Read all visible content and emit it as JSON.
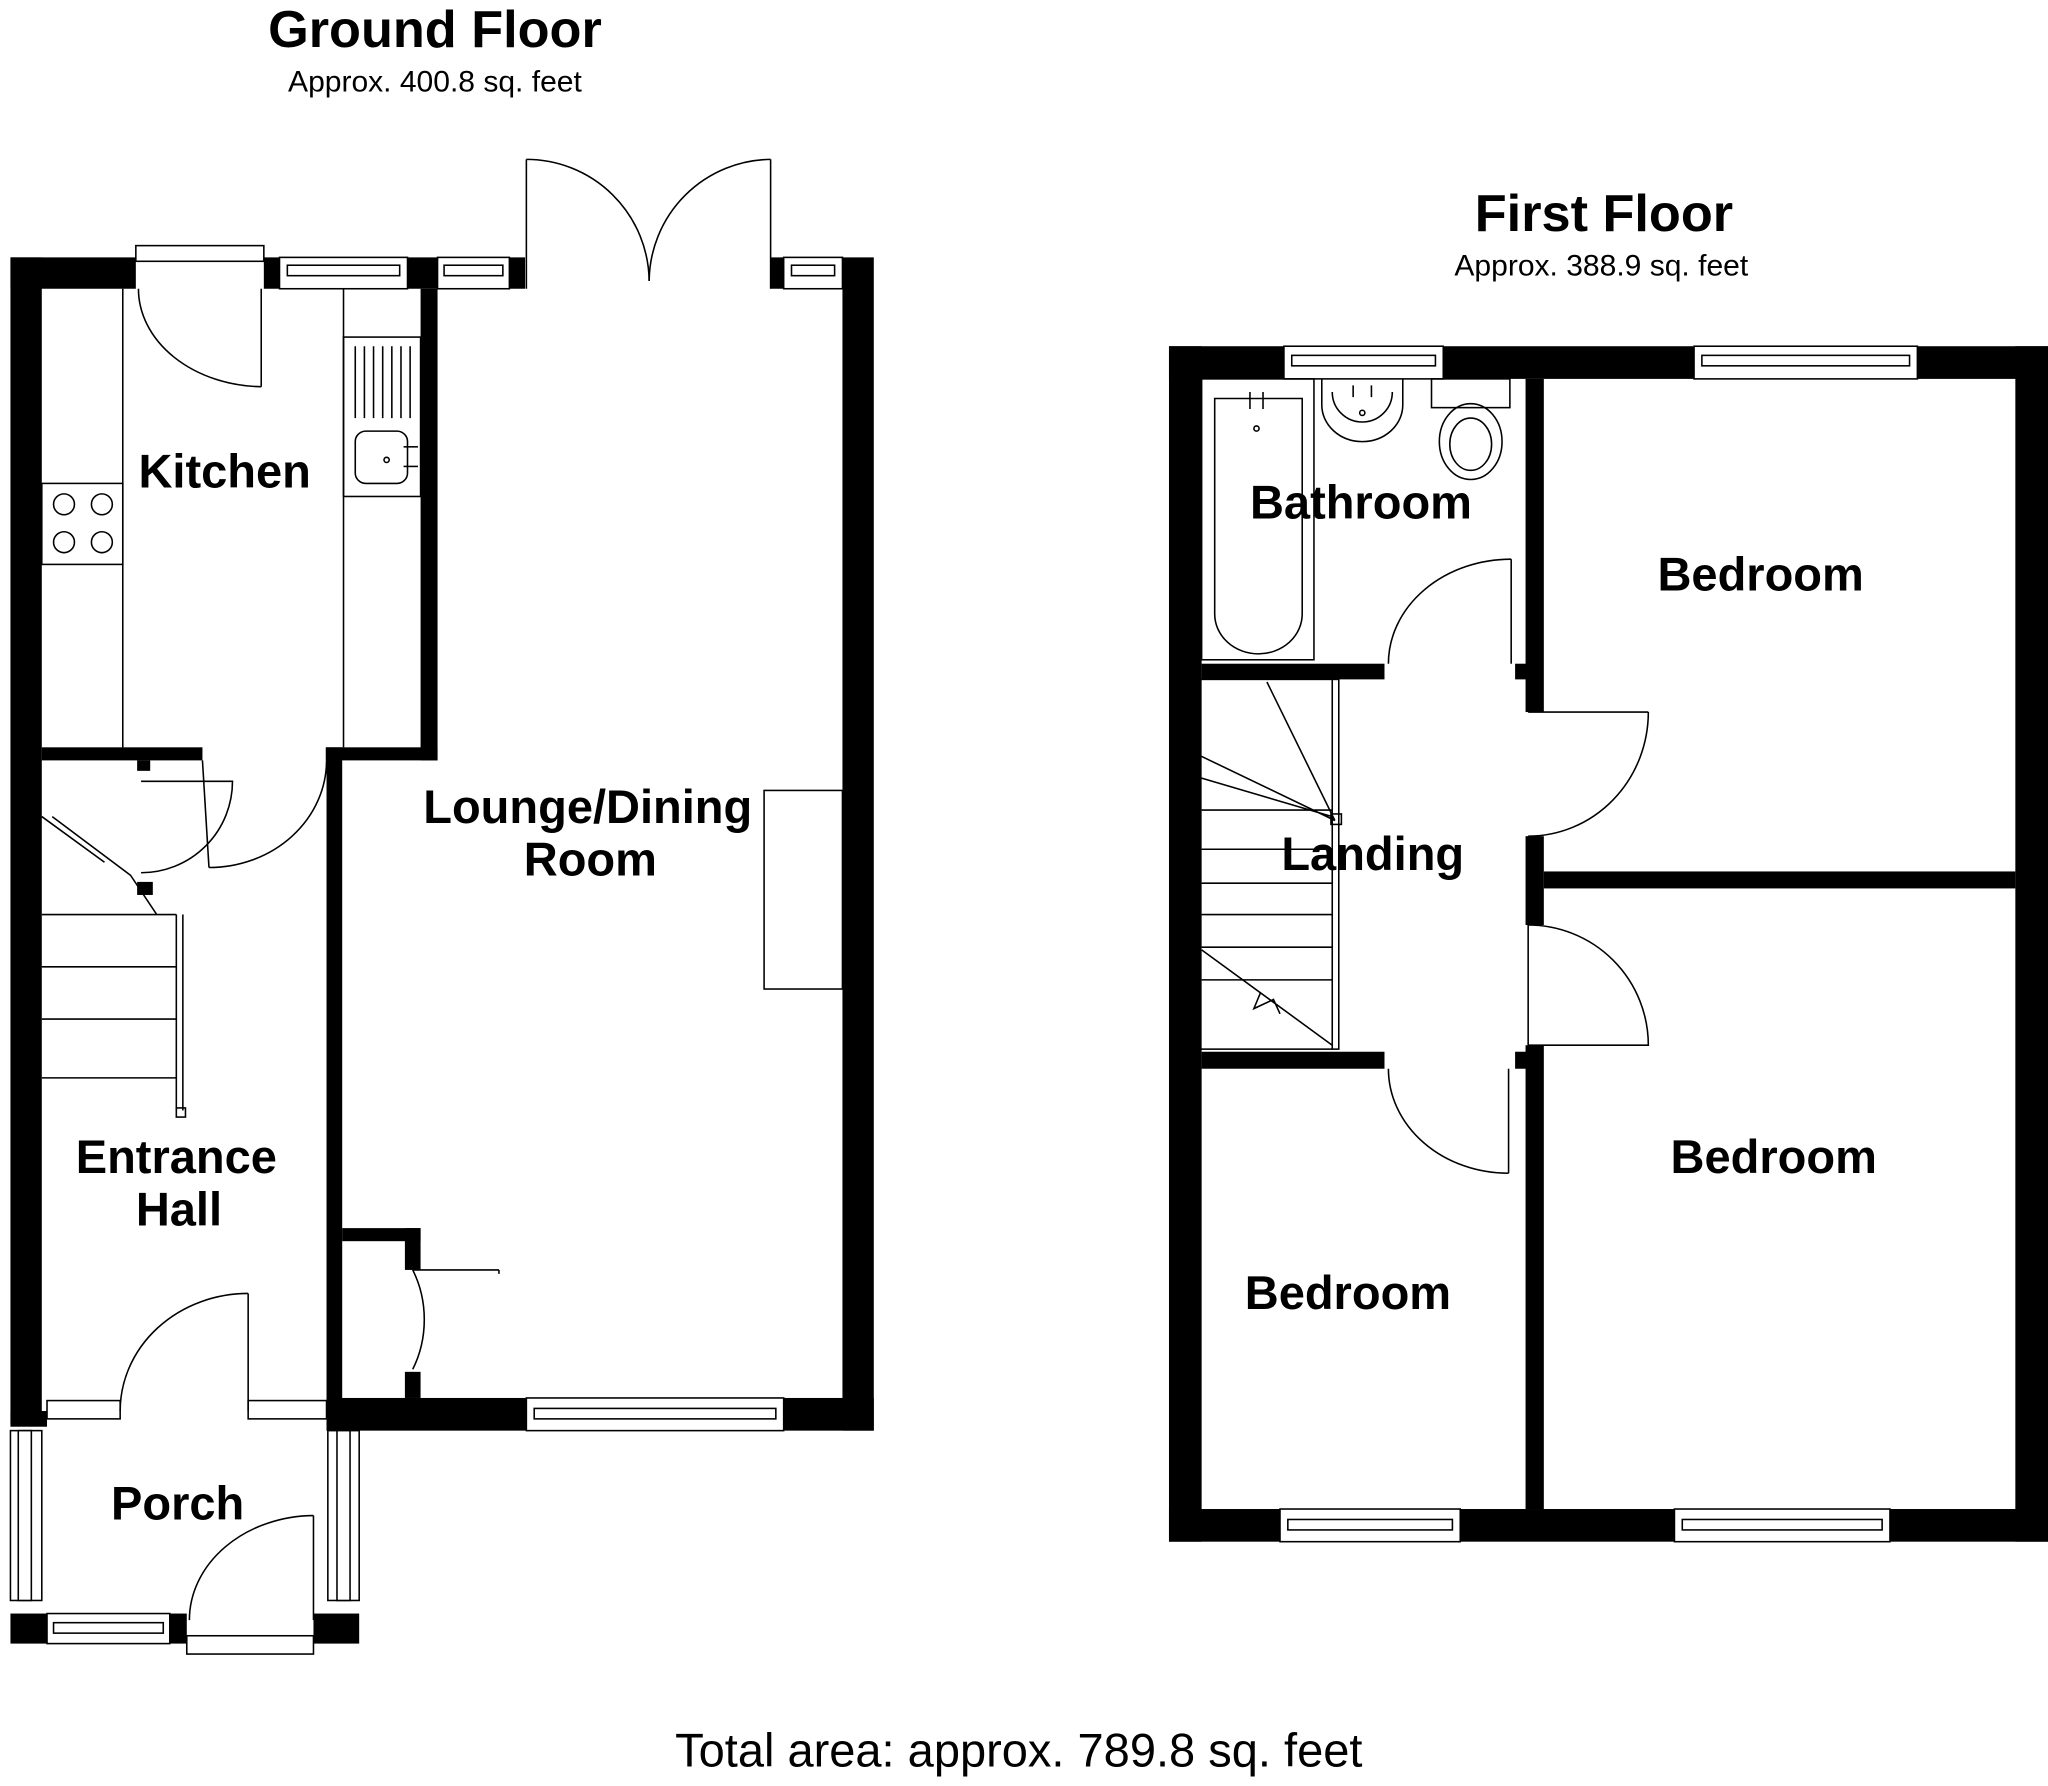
{
  "ground_floor": {
    "title": "Ground Floor",
    "area": "Approx. 400.8 sq. feet",
    "rooms": {
      "kitchen": "Kitchen",
      "lounge_line1": "Lounge/Dining",
      "lounge_line2": "Room",
      "hall_line1": "Entrance",
      "hall_line2": "Hall",
      "porch": "Porch"
    }
  },
  "first_floor": {
    "title": "First Floor",
    "area": "Approx. 388.9 sq. feet",
    "rooms": {
      "bathroom": "Bathroom",
      "landing": "Landing",
      "bedroom_1": "Bedroom",
      "bedroom_2": "Bedroom",
      "bedroom_3": "Bedroom"
    }
  },
  "total": "Total area: approx. 789.8 sq. feet"
}
